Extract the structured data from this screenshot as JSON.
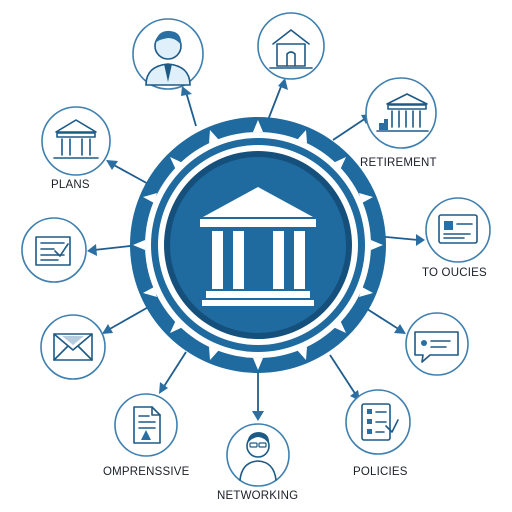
{
  "colors": {
    "primary": "#1f6a9f",
    "dark": "#15507c",
    "line": "#3f7fae",
    "text": "#1b1f2a"
  },
  "hub": {
    "icon": "bank-building-icon"
  },
  "nodes": [
    {
      "id": "person-top",
      "icon": "businessman-icon",
      "label": ""
    },
    {
      "id": "house",
      "icon": "house-icon",
      "label": ""
    },
    {
      "id": "retirement",
      "icon": "bank-chart-icon",
      "label": "RETIREMENT"
    },
    {
      "id": "policies-right",
      "icon": "id-card-icon",
      "label": "TO OUCIES"
    },
    {
      "id": "message",
      "icon": "chat-bubble-icon",
      "label": ""
    },
    {
      "id": "policies",
      "icon": "checklist-icon",
      "label": "POLICIES"
    },
    {
      "id": "networking",
      "icon": "person-headset-icon",
      "label": "NETWORKING"
    },
    {
      "id": "comprehensive",
      "icon": "document-warning-icon",
      "label": "OMPRENSSIVE"
    },
    {
      "id": "mail",
      "icon": "envelope-icon",
      "label": ""
    },
    {
      "id": "form",
      "icon": "form-check-icon",
      "label": ""
    },
    {
      "id": "plans",
      "icon": "bank-icon",
      "label": "PLANS"
    }
  ]
}
